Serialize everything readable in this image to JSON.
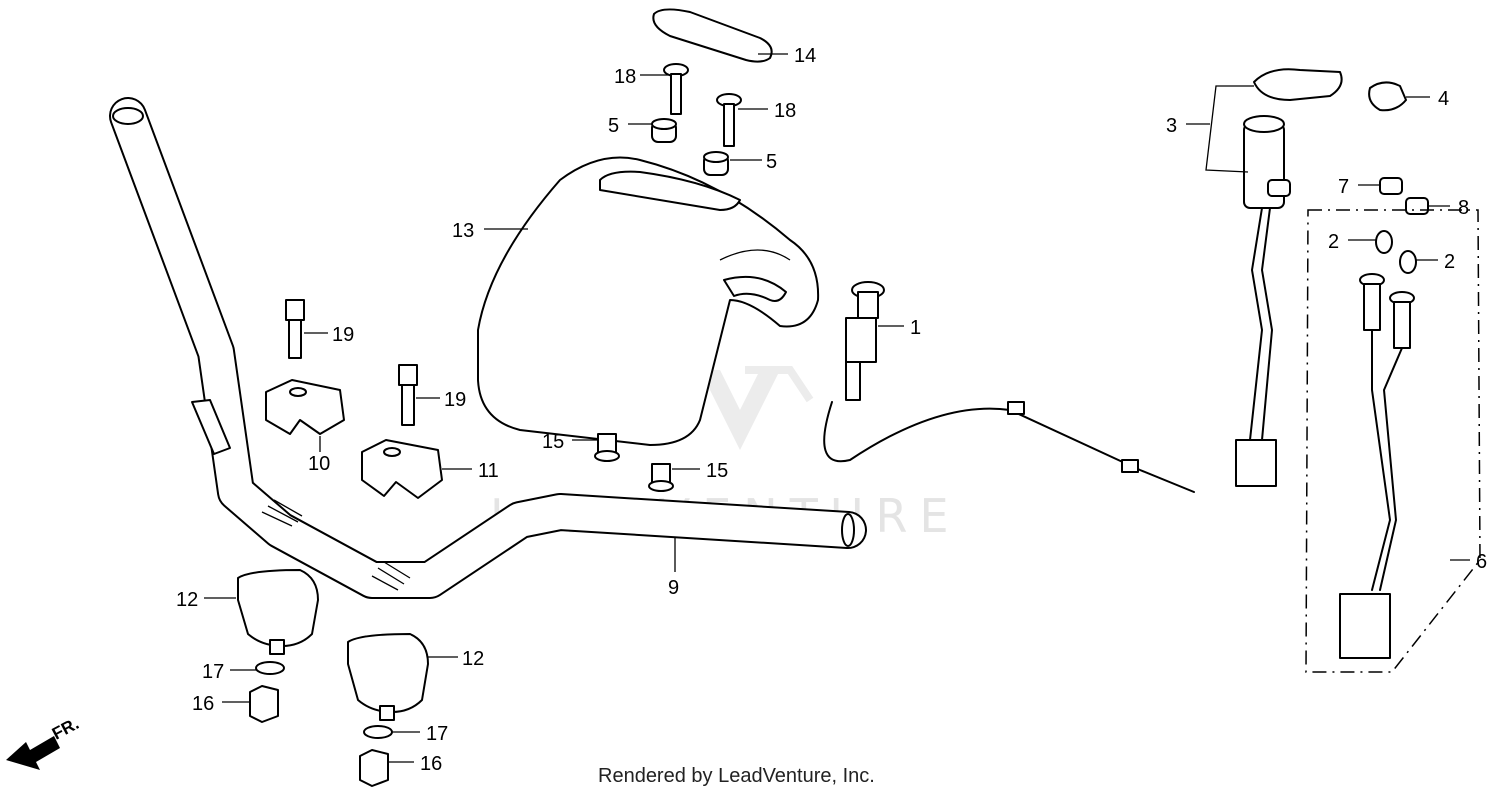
{
  "watermark": "LEADVENTURE",
  "footer": "Rendered by LeadVenture, Inc.",
  "direction_label": "FR.",
  "callouts": [
    {
      "id": "c14",
      "label": "14"
    },
    {
      "id": "c18a",
      "label": "18"
    },
    {
      "id": "c18b",
      "label": "18"
    },
    {
      "id": "c5a",
      "label": "5"
    },
    {
      "id": "c5b",
      "label": "5"
    },
    {
      "id": "c13",
      "label": "13"
    },
    {
      "id": "c19a",
      "label": "19"
    },
    {
      "id": "c19b",
      "label": "19"
    },
    {
      "id": "c10",
      "label": "10"
    },
    {
      "id": "c11",
      "label": "11"
    },
    {
      "id": "c15a",
      "label": "15"
    },
    {
      "id": "c15b",
      "label": "15"
    },
    {
      "id": "c1",
      "label": "1"
    },
    {
      "id": "c9",
      "label": "9"
    },
    {
      "id": "c12a",
      "label": "12"
    },
    {
      "id": "c12b",
      "label": "12"
    },
    {
      "id": "c17a",
      "label": "17"
    },
    {
      "id": "c17b",
      "label": "17"
    },
    {
      "id": "c16a",
      "label": "16"
    },
    {
      "id": "c16b",
      "label": "16"
    },
    {
      "id": "c3",
      "label": "3"
    },
    {
      "id": "c4",
      "label": "4"
    },
    {
      "id": "c7",
      "label": "7"
    },
    {
      "id": "c8",
      "label": "8"
    },
    {
      "id": "c2a",
      "label": "2"
    },
    {
      "id": "c2b",
      "label": "2"
    },
    {
      "id": "c6",
      "label": "6"
    }
  ]
}
